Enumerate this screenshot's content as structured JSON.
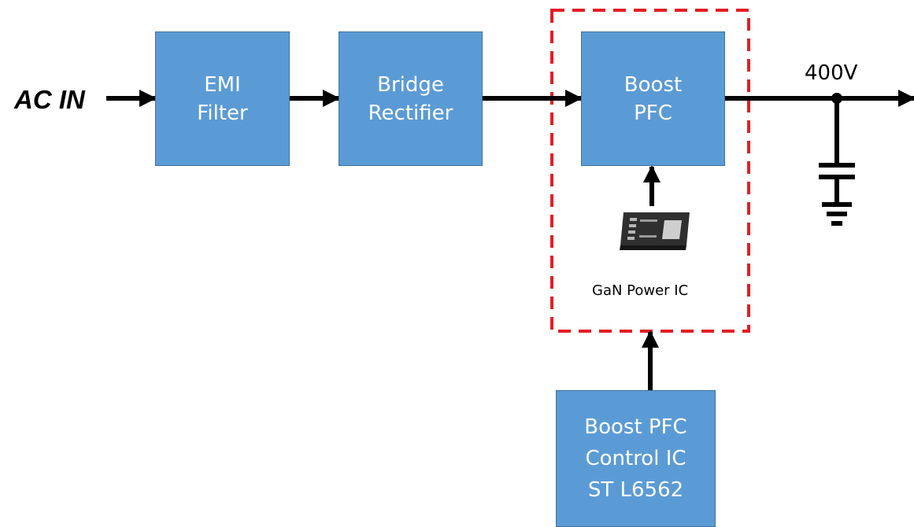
{
  "input_label": "AC IN",
  "output_label": "400V",
  "blocks": {
    "emi": {
      "line1": "EMI",
      "line2": "Filter"
    },
    "rect": {
      "line1": "Bridge",
      "line2": "Rectifier"
    },
    "boost": {
      "line1": "Boost",
      "line2": "PFC"
    },
    "ctrl": {
      "line1": "Boost PFC",
      "line2": "Control IC",
      "line3": "ST L6562"
    }
  },
  "chip_label": "GaN Power IC",
  "colors": {
    "block_fill": "#5b9bd5",
    "block_border": "#41719c",
    "highlight_border": "#e31e24",
    "wire": "#000000"
  }
}
